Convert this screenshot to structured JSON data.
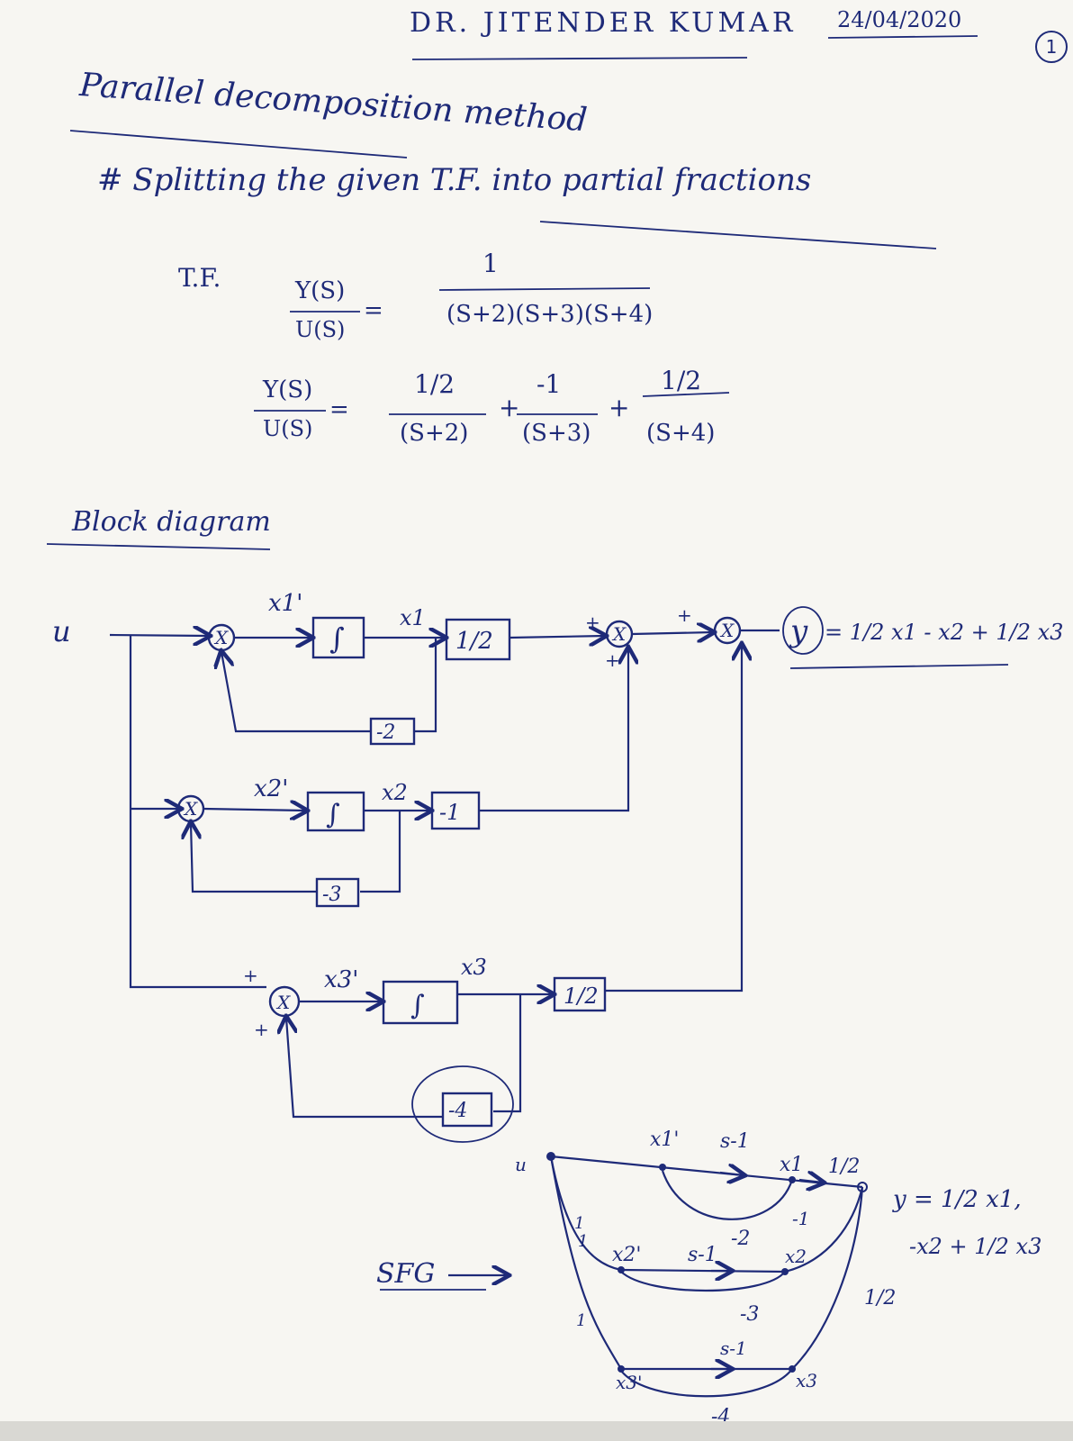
{
  "header": {
    "author": "DR. JITENDER KUMAR",
    "date": "24/04/2020",
    "page_number": "1"
  },
  "title": "Parallel decomposition method",
  "subtitle": "# Splitting the given T.F. into partial fractions",
  "tf": {
    "label": "T.F.",
    "lhs_num": "Y(S)",
    "lhs_den": "U(S)",
    "eq": "=",
    "num": "1",
    "den": "(S+2)(S+3)(S+4)"
  },
  "partial": {
    "lhs_num": "Y(S)",
    "lhs_den": "U(S)",
    "eq": "=",
    "t1_num": "1/2",
    "t1_den": "(S+2)",
    "plus1": "+",
    "t2_num": "-1",
    "t2_den": "(S+3)",
    "plus2": "+",
    "t3_num": "1/2",
    "t3_den": "(S+4)"
  },
  "block_diagram": {
    "heading": "Block diagram",
    "input": "u",
    "sum_symbol": "X",
    "integrator": "∫",
    "row1": {
      "deriv": "x1'",
      "state": "x1",
      "gain": "1/2",
      "feedback": "-2"
    },
    "row2": {
      "deriv": "x2'",
      "state": "x2",
      "gain": "-1",
      "feedback": "-3"
    },
    "row3": {
      "deriv": "x3'",
      "state": "x3",
      "gain": "1/2",
      "feedback": "-4"
    },
    "output_y": "y",
    "output_eq": "= 1/2 x1 - x2 + 1/2 x3",
    "signs": {
      "plus": "+"
    }
  },
  "sfg": {
    "label": "SFG",
    "node_u": "u",
    "x1d": "x1'",
    "x2d": "x2'",
    "x3d": "x3'",
    "x1": "x1",
    "x2": "x2",
    "x3": "x3",
    "s_inv": "s-1",
    "g1": "1/2",
    "g2": "-1",
    "g3": "1/2",
    "fb1": "-2",
    "fb2": "-3",
    "fb3": "-4",
    "in1": "1",
    "in2": "1",
    "in3": "1",
    "y_eq_line1": "y = 1/2 x1,",
    "y_eq_line2": "-x2 + 1/2 x3"
  }
}
